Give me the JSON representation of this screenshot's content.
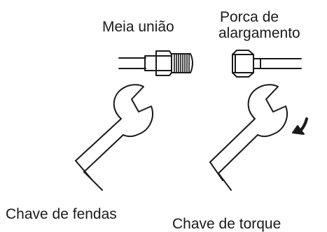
{
  "labels": {
    "half_union": "Meia união",
    "flare_nut_line1": "Porca de",
    "flare_nut_line2": "alargamento",
    "open_wrench": "Chave de fendas",
    "torque_wrench": "Chave de torque"
  },
  "colors": {
    "stroke": "#1a1a1a",
    "background": "#ffffff"
  },
  "icons": [
    "half-union-fitting",
    "flare-nut-fitting",
    "open-end-wrench",
    "torque-wrench",
    "rotation-arrow"
  ]
}
